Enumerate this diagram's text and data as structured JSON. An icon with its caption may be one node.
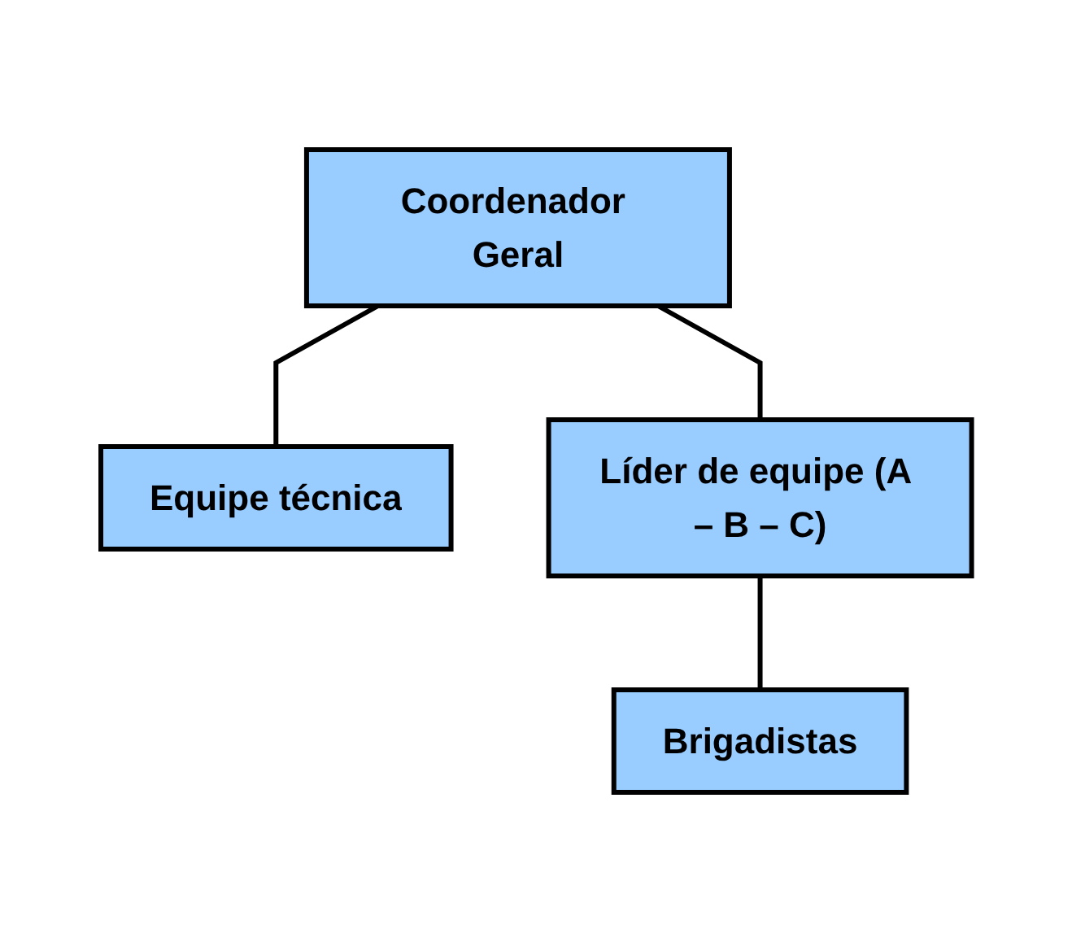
{
  "diagram": {
    "nodes": [
      {
        "text": [
          "Coordenador Geral"
        ]
      },
      {
        "text": [
          "Equipe técnica"
        ]
      },
      {
        "text": [
          "Líder de equipe (A – B – C)"
        ]
      },
      {
        "text": [
          "Brigadistas"
        ]
      }
    ],
    "edges": [
      {
        "from": 0,
        "to": 1,
        "arrow": "none"
      },
      {
        "from": 0,
        "to": 2,
        "arrow": "none"
      },
      {
        "from": 2,
        "to": 3,
        "arrow": "none"
      }
    ]
  }
}
